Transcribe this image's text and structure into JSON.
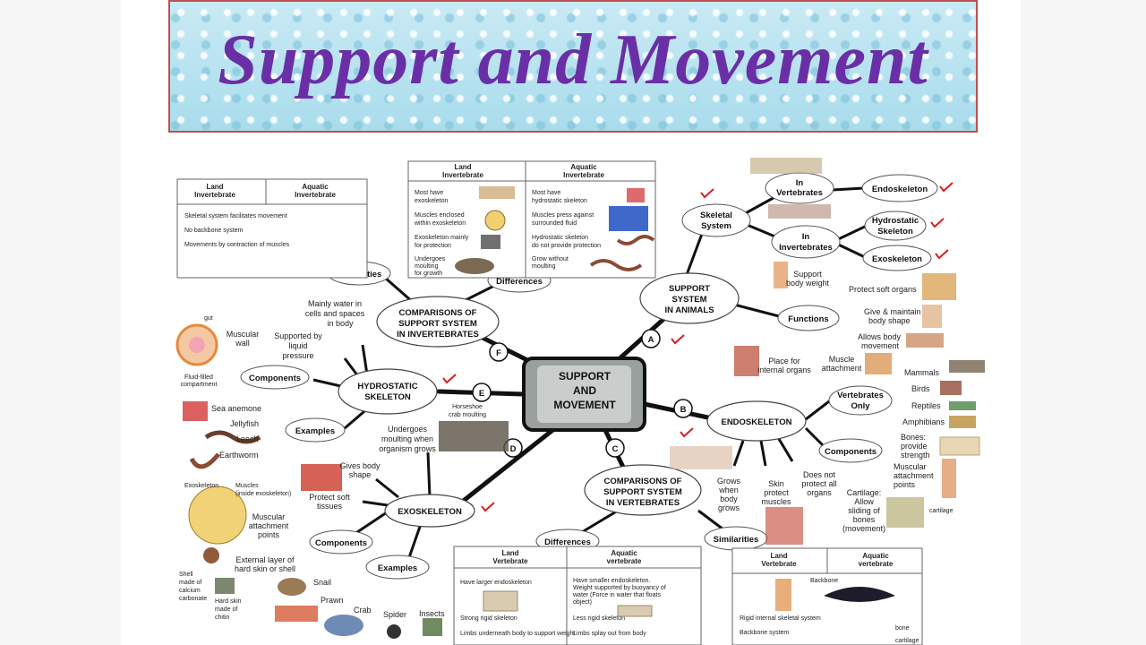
{
  "title": "Support and Movement",
  "center": [
    "SUPPORT",
    "AND",
    "MOVEMENT"
  ],
  "letters": {
    "A": "A",
    "B": "B",
    "C": "C",
    "D": "D",
    "E": "E",
    "F": "F"
  },
  "nodes": {
    "support_system": [
      "SUPPORT",
      "SYSTEM",
      "IN ANIMALS"
    ],
    "endoskeleton": "ENDOSKELETON",
    "comp_vert": [
      "COMPARISONS OF",
      "SUPPORT SYSTEM",
      "IN VERTEBRATES"
    ],
    "exoskeleton": "EXOSKELETON",
    "hydrostatic": [
      "HYDROSTATIC",
      "SKELETON"
    ],
    "comp_invert": [
      "COMPARISONS OF",
      "SUPPORT SYSTEM",
      "IN INVERTEBRATES"
    ],
    "skeletal_system": [
      "Skeletal",
      "System"
    ],
    "in_vertebrates": [
      "In",
      "Vertebrates"
    ],
    "in_invertebrates": [
      "In",
      "Invertebrates"
    ],
    "endoskeleton_small": "Endoskeleton",
    "hydrostatic_small": [
      "Hydrostatic",
      "Skeleton"
    ],
    "exoskeleton_small": "Exoskeleton",
    "functions": "Functions",
    "vertebrates_only": [
      "Vertebrates",
      "Only"
    ],
    "components_endo": "Components",
    "similarities_vert": "Similarities",
    "differences_vert": "Differences",
    "components_exo": "Components",
    "examples_exo": "Examples",
    "components_hydro": "Components",
    "examples_hydro": "Examples",
    "similarities_invert": "Similarities",
    "differences_invert": "Differences"
  },
  "labels": {
    "support_body_weight": [
      "Support",
      "body weight"
    ],
    "protect_soft_organs": "Protect soft organs",
    "give_maintain": [
      "Give & maintain",
      "body shape"
    ],
    "allows_movement": [
      "Allows body",
      "movement"
    ],
    "muscle_attachment": [
      "Muscle",
      "attachment"
    ],
    "place_internal": [
      "Place  for",
      "internal organs"
    ],
    "mammals": "Mammals",
    "birds": "Birds",
    "reptiles": "Reptiles",
    "amphibians": "Amphibians",
    "bones_strength": [
      "Bones:",
      "provide",
      "strength"
    ],
    "muscular_attach": [
      "Muscular",
      "attachment",
      "points"
    ],
    "cartilage_allow": [
      "Cartilage:",
      "Allow",
      "sliding of",
      "bones",
      "(movement)"
    ],
    "cartilage": "cartilage",
    "grows_body": [
      "Grows",
      "when",
      "body",
      "grows"
    ],
    "skin_protect": [
      "Skin",
      "protect",
      "muscles"
    ],
    "does_not_protect": [
      "Does not",
      "protect all",
      "organs"
    ],
    "gives_body_shape": [
      "Gives body",
      "shape"
    ],
    "protect_soft_tissues": [
      "Protect soft",
      "tissues"
    ],
    "muscular_points": [
      "Muscular",
      "attachment",
      "points"
    ],
    "external_layer": [
      "External layer of",
      "hard skin or shell"
    ],
    "shell_calcium": [
      "Shell",
      "made of",
      "calcium",
      "carbonate"
    ],
    "hard_skin_chitin": [
      "Hard skin",
      "made of",
      "chitin"
    ],
    "exoskeleton_tag": "Exoskeleton",
    "muscles_inside": [
      "Muscles",
      "(inside exoskeleton)"
    ],
    "snail": "Snail",
    "prawn": "Prawn",
    "crab": "Crab",
    "spider": "Spider",
    "insects": "Insects",
    "undergoes_moulting": [
      "Undergoes",
      "moulting when",
      "organism grows"
    ],
    "horseshoe": [
      "Horseshoe",
      "crab moulting"
    ],
    "mainly_water": [
      "Mainly water in",
      "cells and spaces",
      "in body"
    ],
    "supported_liquid": [
      "Supported by",
      "liquid",
      "pressure"
    ],
    "muscular_wall": [
      "Muscular",
      "wall"
    ],
    "gut": "gut",
    "fluid_filled": [
      "Fluid-filled",
      "compartment"
    ],
    "sea_anemone": "Sea anemone",
    "jellyfish": "Jellyfish",
    "leech": "Leech",
    "earthworm": "Earthworm"
  },
  "tables": {
    "invert_similar": {
      "headers": [
        [
          "Land",
          "Invertebrate"
        ],
        [
          "Aquatic",
          "Invertebrate"
        ]
      ],
      "rows": [
        "Skeletal system facilitates movement",
        "No backbone system",
        "Movements by contraction of muscles"
      ]
    },
    "invert_diff": {
      "headers": [
        [
          "Land",
          "Invertebrate"
        ],
        [
          "Aquatic",
          "Invertebrate"
        ]
      ],
      "left": [
        [
          "Most have",
          "exoskeleton"
        ],
        [
          "Muscles enclosed",
          "within exoskeleton"
        ],
        [
          "Exoskeleton mainly",
          "for protection"
        ],
        [
          "Undergoes",
          "moulting",
          "for growth"
        ]
      ],
      "right": [
        [
          "Most have",
          "hydrostatic skeleton"
        ],
        [
          "Muscles press against",
          "surrounded fluid"
        ],
        [
          "Hydrostatic skeleton",
          "do not provide protection"
        ],
        [
          "Grow without",
          "moulting"
        ]
      ]
    },
    "vert_diff": {
      "headers": [
        [
          "Land",
          "Vertebrate"
        ],
        [
          "Aquatic",
          "vertebrate"
        ]
      ],
      "left": [
        "Have larger endoskeleton",
        "Strong rigid skeleton",
        "Limbs underneath body to support weight"
      ],
      "right": [
        [
          "Have smaller endoskeleton.",
          "Weight supported by buoyancy of",
          "water (Force in water that floats",
          "object)"
        ],
        [
          "Less rigid skeleton"
        ],
        [
          "Limbs splay out from body"
        ]
      ]
    },
    "vert_similar": {
      "headers": [
        [
          "Land",
          "Vertebrate"
        ],
        [
          "Aquatic",
          "vertebrate"
        ]
      ],
      "rows": [
        "Rigid internal skeletal system",
        "Backbone system"
      ],
      "tags": [
        "Backbone",
        "bone",
        "cartilage"
      ]
    }
  },
  "colors": {
    "title": "#6a2fa6",
    "banner_border": "#c0504d",
    "check": "#d62020",
    "branch": "#111111"
  }
}
